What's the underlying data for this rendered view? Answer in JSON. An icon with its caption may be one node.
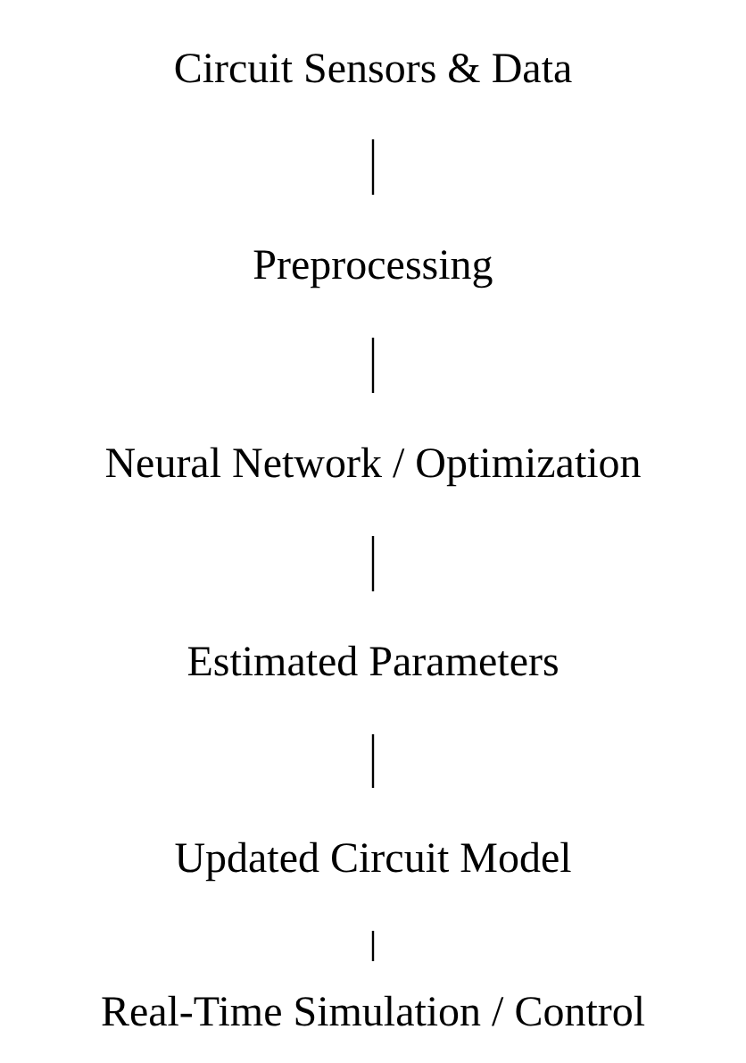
{
  "diagram": {
    "nodes": [
      {
        "text": [
          "Circuit Sensors & Data"
        ]
      },
      {
        "text": [
          "Preprocessing"
        ]
      },
      {
        "text": [
          "Neural Network / Optimization"
        ]
      },
      {
        "text": [
          "Estimated Parameters"
        ]
      },
      {
        "text": [
          "Updated Circuit Model"
        ]
      },
      {
        "text": [
          "Real-Time Simulation / Control"
        ]
      }
    ],
    "edges": [
      {
        "from": 0,
        "to": 1,
        "arrow": "none"
      },
      {
        "from": 1,
        "to": 2,
        "arrow": "none"
      },
      {
        "from": 2,
        "to": 3,
        "arrow": "none"
      },
      {
        "from": 3,
        "to": 4,
        "arrow": "none"
      },
      {
        "from": 4,
        "to": 5,
        "arrow": "none"
      }
    ]
  }
}
